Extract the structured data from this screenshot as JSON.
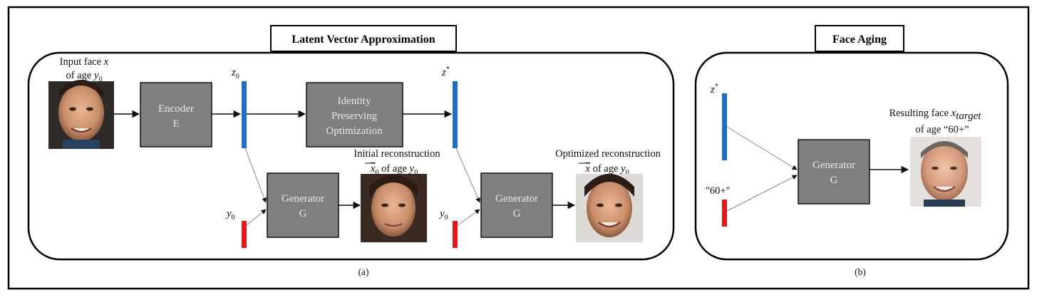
{
  "panel_a": {
    "title": "Latent Vector Approximation",
    "caption": "(a)",
    "input_label": {
      "line1": "Input face ",
      "x_sym": "x",
      "line2": "of age ",
      "y_sym": "y",
      "y_sub": "0"
    },
    "encoder": {
      "line1": "Encoder",
      "line2": "E"
    },
    "z0": {
      "sym": "z",
      "sub": "0"
    },
    "ipo": {
      "line1": "Identity",
      "line2": "Preserving",
      "line3": "Optimization"
    },
    "zstar": {
      "sym": "z",
      "sup": "*"
    },
    "gen1": {
      "line1": "Generator",
      "line2": "G"
    },
    "gen2": {
      "line1": "Generator",
      "line2": "G"
    },
    "y0_a": {
      "sym": "y",
      "sub": "0"
    },
    "y0_b": {
      "sym": "y",
      "sub": "0"
    },
    "initial_label": {
      "line1": "Initial reconstruction",
      "x_sym": "x",
      "x_sub": "0",
      "of_age": " of age ",
      "y_sym": "y",
      "y_sub": "0"
    },
    "optimized_label": {
      "line1": "Optimized reconstruction",
      "x_sym": "x",
      "of_age": " of age ",
      "y_sym": "y",
      "y_sub": "0"
    }
  },
  "panel_b": {
    "title": "Face Aging",
    "caption": "(b)",
    "zstar": {
      "sym": "z",
      "sup": "*"
    },
    "age_condition": "\"60+\"",
    "gen": {
      "line1": "Generator",
      "line2": "G"
    },
    "result_label": {
      "line1": "Resulting face ",
      "x_sym": "x",
      "x_sub": "target",
      "line2": "of age “60+”"
    }
  },
  "colors": {
    "block_fill": "#7f7f7f",
    "latent_bar": "#1f6fc4",
    "age_bar": "#e8151b",
    "frame": "#000000"
  }
}
